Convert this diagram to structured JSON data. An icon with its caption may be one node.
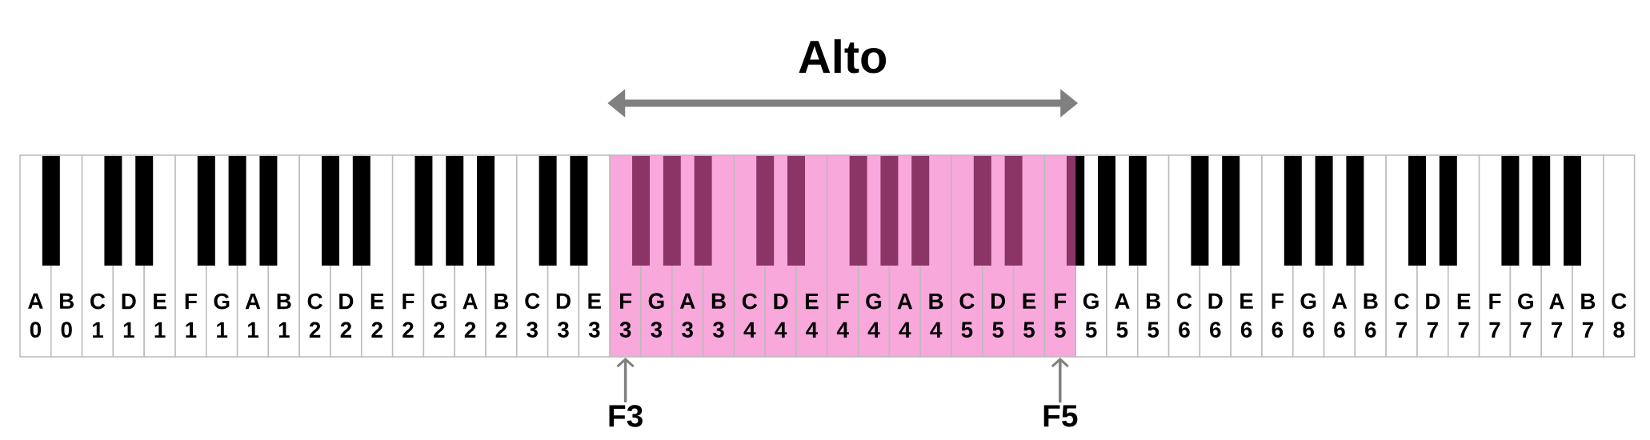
{
  "diagram": {
    "title": "Alto",
    "nodes": [
      {
        "text": [
          "A 0"
        ]
      },
      {
        "text": [
          "B 0"
        ]
      },
      {
        "text": [
          "C 1"
        ]
      },
      {
        "text": [
          "D 1"
        ]
      },
      {
        "text": [
          "E 1"
        ]
      },
      {
        "text": [
          "F 1"
        ]
      },
      {
        "text": [
          "G 1"
        ]
      },
      {
        "text": [
          "A 1"
        ]
      },
      {
        "text": [
          "B 1"
        ]
      },
      {
        "text": [
          "C 2"
        ]
      },
      {
        "text": [
          "D 2"
        ]
      },
      {
        "text": [
          "E 2"
        ]
      },
      {
        "text": [
          "F 2"
        ]
      },
      {
        "text": [
          "G 2"
        ]
      },
      {
        "text": [
          "A 2"
        ]
      },
      {
        "text": [
          "B 2"
        ]
      },
      {
        "text": [
          "C 3"
        ]
      },
      {
        "text": [
          "D 3"
        ]
      },
      {
        "text": [
          "E 3"
        ]
      },
      {
        "text": [
          "F 3"
        ]
      },
      {
        "text": [
          "G 3"
        ]
      },
      {
        "text": [
          "A 3"
        ]
      },
      {
        "text": [
          "B 3"
        ]
      },
      {
        "text": [
          "C 4"
        ]
      },
      {
        "text": [
          "D 4"
        ]
      },
      {
        "text": [
          "E 4"
        ]
      },
      {
        "text": [
          "F 4"
        ]
      },
      {
        "text": [
          "G 4"
        ]
      },
      {
        "text": [
          "A 4"
        ]
      },
      {
        "text": [
          "B 4"
        ]
      },
      {
        "text": [
          "C 5"
        ]
      },
      {
        "text": [
          "D 5"
        ]
      },
      {
        "text": [
          "E 5"
        ]
      },
      {
        "text": [
          "F 5"
        ]
      },
      {
        "text": [
          "G 5"
        ]
      },
      {
        "text": [
          "A 5"
        ]
      },
      {
        "text": [
          "B 5"
        ]
      },
      {
        "text": [
          "C 6"
        ]
      },
      {
        "text": [
          "D 6"
        ]
      },
      {
        "text": [
          "E 6"
        ]
      },
      {
        "text": [
          "F 6"
        ]
      },
      {
        "text": [
          "G 6"
        ]
      },
      {
        "text": [
          "A 6"
        ]
      },
      {
        "text": [
          "B 6"
        ]
      },
      {
        "text": [
          "C 7"
        ]
      },
      {
        "text": [
          "D 7"
        ]
      },
      {
        "text": [
          "E 7"
        ]
      },
      {
        "text": [
          "F 7"
        ]
      },
      {
        "text": [
          "G 7"
        ]
      },
      {
        "text": [
          "A 7"
        ]
      },
      {
        "text": [
          "B 7"
        ]
      },
      {
        "text": [
          "C 8"
        ]
      },
      {
        "text": [
          "F3"
        ]
      },
      {
        "text": [
          "F5"
        ]
      }
    ],
    "edges": [
      {
        "from": 52,
        "to": 19,
        "arrow": "to"
      },
      {
        "from": 53,
        "to": 33,
        "arrow": "to"
      }
    ]
  }
}
